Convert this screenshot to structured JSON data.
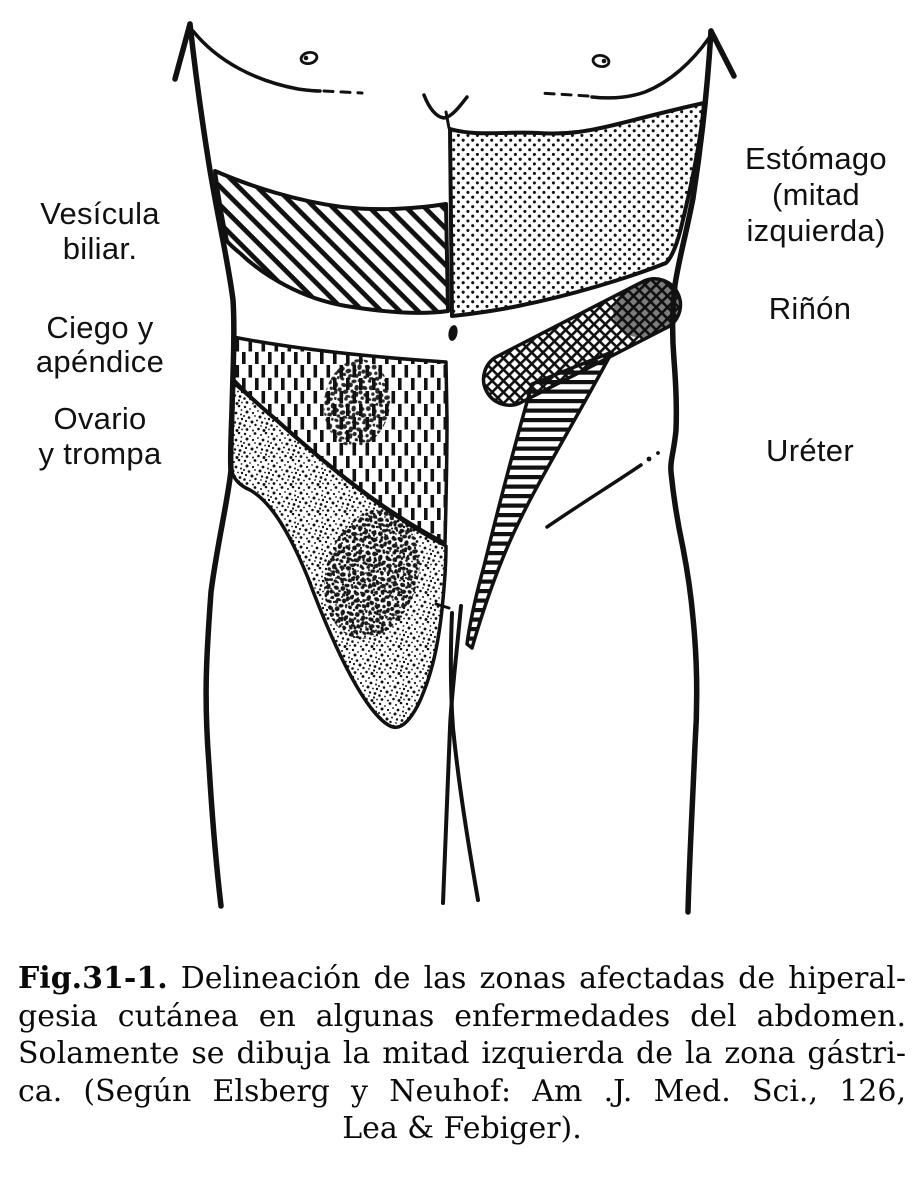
{
  "page": {
    "background": "#ffffff",
    "ink": "#111111"
  },
  "labels": {
    "vesicula": {
      "l1": "Vesícula",
      "l2": "biliar."
    },
    "ciego": {
      "l1": "Ciego y",
      "l2": "apéndice"
    },
    "ovario": {
      "l1": "Ovario",
      "l2": "y trompa"
    },
    "estomago": {
      "l1": "Estómago",
      "l2": "(mitad",
      "l3": "izquierda)"
    },
    "rinon": {
      "l1": "Riñón"
    },
    "ureter": {
      "l1": "Uréter"
    }
  },
  "zones": [
    {
      "label": "Estómago (mitad izquierda)",
      "fill": "dots"
    },
    {
      "label": "Vesícula biliar",
      "fill": "diagonal-hatch"
    },
    {
      "label": "Riñón",
      "fill": "cross-hatch"
    },
    {
      "label": "Uréter",
      "fill": "horizontal-stripes"
    },
    {
      "label": "Ciego y apéndice",
      "fill": "vertical-dashes"
    },
    {
      "label": "Ovario y trompa",
      "fill": "stipple"
    }
  ],
  "caption": {
    "fig_label": "Fig.31-1.",
    "line1_rest": "Delineación de las zonas afectadas de hiperal-",
    "line2": "gesia cutánea en algunas enfermedades del abdomen.",
    "line3": "Solamente se dibuja la mitad izquierda de la zona gástri-",
    "line4": "ca. (Según Elsberg y Neuhof: Am .J. Med. Sci., 126,",
    "line5": "Lea & Febiger)."
  }
}
